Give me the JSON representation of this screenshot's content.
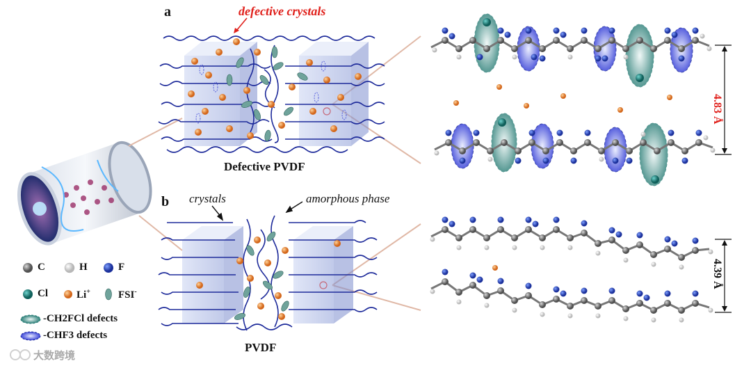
{
  "panel_a": {
    "letter": "a",
    "annotation": "defective crystals",
    "caption": "Defective PVDF",
    "distance": "4.83 Å"
  },
  "panel_b": {
    "letter": "b",
    "annotation_left": "crystals",
    "annotation_right": "amorphous phase",
    "caption": "PVDF",
    "distance": "4.39 Å"
  },
  "legend": {
    "c": "C",
    "h": "H",
    "f": "F",
    "cl": "Cl",
    "li": "Li",
    "li_sup": "+",
    "fsi": "FSI",
    "fsi_sup": "-",
    "defect1": "-CH2FCl defects",
    "defect2": "-CHF3 defects"
  },
  "watermark": "大数跨境",
  "colors": {
    "carbon": "#6e6e6e",
    "hydrogen": "#e8e8e8",
    "fluorine": "#2346c8",
    "chlorine": "#1f8a86",
    "lithium": "#e8832a",
    "fsi": "#6fa39b",
    "chain": "#1d2a9a",
    "annotation_red": "#e0201b"
  }
}
